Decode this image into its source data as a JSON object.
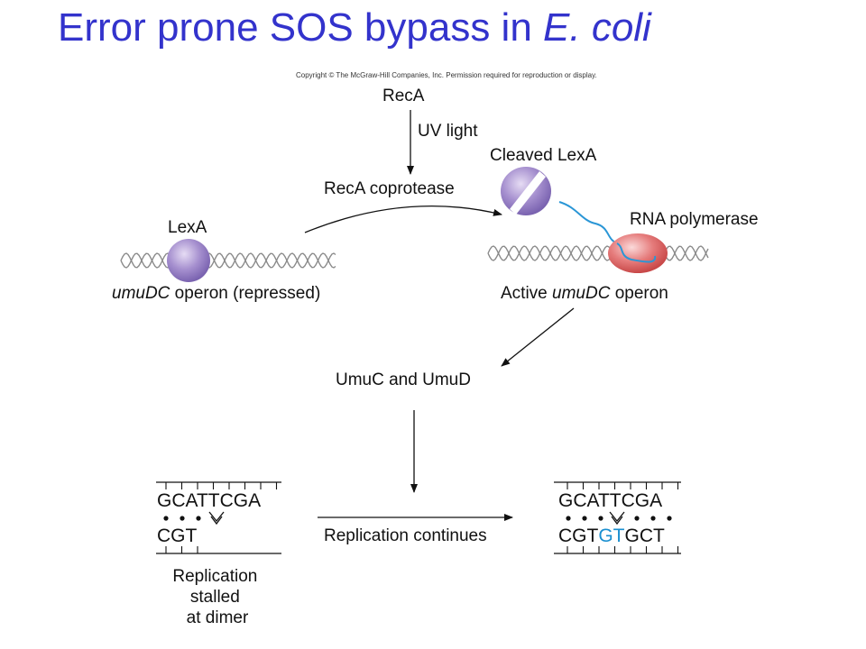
{
  "title": {
    "text": "Error prone SOS bypass in ",
    "italic": "E. coli",
    "color": "#3333cc"
  },
  "copyright": "Copyright © The McGraw-Hill Companies, Inc. Permission required for reproduction or display.",
  "pathway": {
    "reca": "RecA",
    "uv": "UV light",
    "coprotease": "RecA coprotease",
    "cleaved_lexa": "Cleaved LexA",
    "rna_polymerase": "RNA polymerase",
    "lexa": "LexA",
    "repressed_italic": "umuDC",
    "repressed_rest": " operon (repressed)",
    "active_prefix": "Active ",
    "active_italic": "umuDC",
    "active_suffix": " operon",
    "umuc_umud": "UmuC and UmuD"
  },
  "replication": {
    "stalled_top": "GCATTCGA",
    "stalled_bottom": "CGT",
    "stalled_caption": [
      "Replication",
      "stalled",
      "at dimer"
    ],
    "continues": "Replication continues",
    "restored_top": "GCATTCGA",
    "restored_bottom_1": "CGT",
    "restored_bottom_highlight": "GT",
    "restored_bottom_2": "GCT",
    "highlight_color": "#1a8fd0"
  },
  "colors": {
    "lexa_protein": "#9c84c8",
    "rna_polymerase": "#e06868",
    "mrna": "#2a96d6"
  }
}
